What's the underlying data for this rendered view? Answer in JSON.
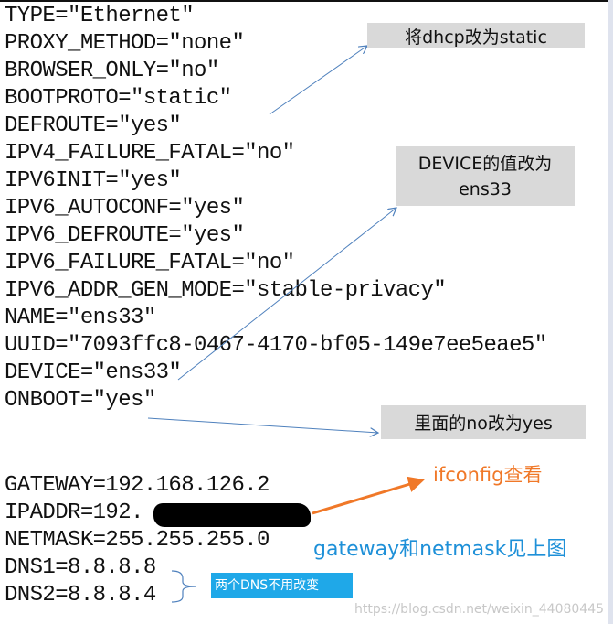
{
  "config_lines": [
    "TYPE=\"Ethernet\"",
    "PROXY_METHOD=\"none\"",
    "BROWSER_ONLY=\"no\"",
    "BOOTPROTO=\"static\"",
    "DEFROUTE=\"yes\"",
    "IPV4_FAILURE_FATAL=\"no\"",
    "IPV6INIT=\"yes\"",
    "IPV6_AUTOCONF=\"yes\"",
    "IPV6_DEFROUTE=\"yes\"",
    "IPV6_FAILURE_FATAL=\"no\"",
    "IPV6_ADDR_GEN_MODE=\"stable-privacy\"",
    "NAME=\"ens33\"",
    "UUID=\"7093ffc8-0467-4170-bf05-149e7ee5eae5\"",
    "DEVICE=\"ens33\"",
    "ONBOOT=\"yes\""
  ],
  "network_lines": [
    "GATEWAY=192.168.126.2",
    "IPADDR=192.",
    "NETMASK=255.255.255.0",
    "DNS1=8.8.8.8",
    "DNS2=8.8.8.4"
  ],
  "annotations": {
    "bootproto": "将dhcp改为static",
    "device_line1": "DEVICE的值改为",
    "device_line2": "ens33",
    "onboot": "里面的no改为yes",
    "ifconfig": "ifconfig查看",
    "gateway": "gateway和netmask见上图",
    "dns": "两个DNS不用改变"
  },
  "watermark": "https://blog.csdn.net/weixin_44080445",
  "colors": {
    "orange": "#f07828",
    "blue": "#1e90d8",
    "dns_box": "#1fa8e8",
    "gray_box": "#d9d9d9",
    "arrow": "#4f81bd"
  }
}
